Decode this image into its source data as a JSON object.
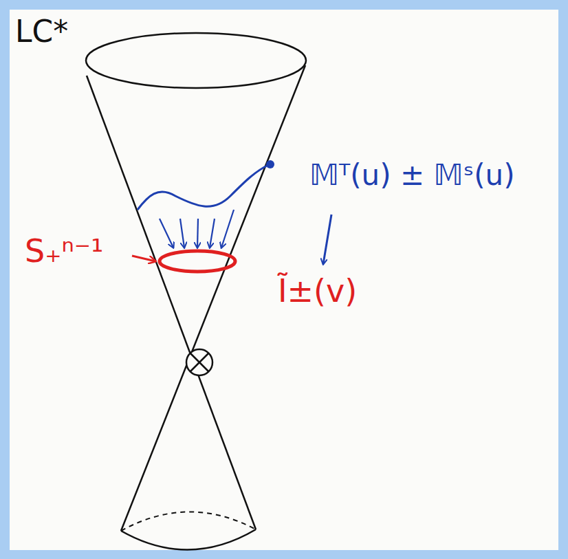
{
  "diagram": {
    "labels": [
      "LC*",
      "𝕄ᵀ(u) ± 𝕄ˢ(u)",
      "S₊ⁿ⁻¹",
      "Ĩ±(v)"
    ]
  }
}
